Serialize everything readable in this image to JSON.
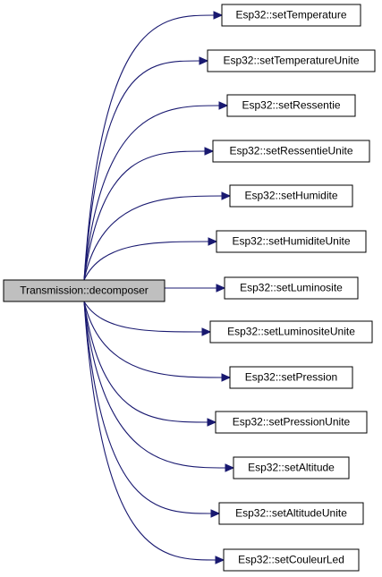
{
  "diagram": {
    "root": {
      "label": "Transmission::decomposer"
    },
    "targets": [
      {
        "label": "Esp32::setTemperature"
      },
      {
        "label": "Esp32::setTemperatureUnite"
      },
      {
        "label": "Esp32::setRessentie"
      },
      {
        "label": "Esp32::setRessentieUnite"
      },
      {
        "label": "Esp32::setHumidite"
      },
      {
        "label": "Esp32::setHumiditeUnite"
      },
      {
        "label": "Esp32::setLuminosite"
      },
      {
        "label": "Esp32::setLuminositeUnite"
      },
      {
        "label": "Esp32::setPression"
      },
      {
        "label": "Esp32::setPressionUnite"
      },
      {
        "label": "Esp32::setAltitude"
      },
      {
        "label": "Esp32::setAltitudeUnite"
      },
      {
        "label": "Esp32::setCouleurLed"
      }
    ],
    "colors": {
      "edge": "#191970",
      "root_fill": "#bfbfbf",
      "node_fill": "#ffffff",
      "border": "#000000"
    }
  }
}
